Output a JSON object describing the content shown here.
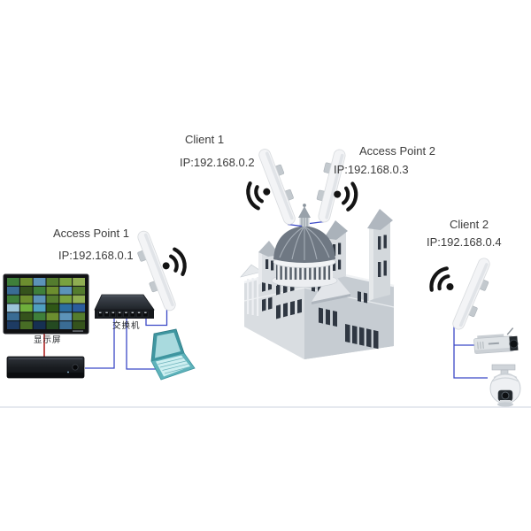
{
  "nodes": {
    "client1": {
      "title": "Client 1",
      "ip": "IP:192.168.0.2"
    },
    "access_point2": {
      "title": "Access Point 2",
      "ip": "IP:192.168.0.3"
    },
    "access_point1": {
      "title": "Access Point 1",
      "ip": "IP:192.168.0.1"
    },
    "client2": {
      "title": "Client 2",
      "ip": "IP:192.168.0.4"
    },
    "display_wall": {
      "title": "显示屏"
    },
    "lan_switch": {
      "title": "交换机"
    }
  },
  "icons": {
    "wireless_signal": "wifi-signal-icon",
    "antenna": "wireless-bridge-antenna"
  },
  "colors": {
    "link_blue": "#3b49c6",
    "link_red": "#b23232",
    "wifi_black": "#141414",
    "text": "#3c3c3c",
    "divider": "#e6e9ef"
  },
  "video_wall": {
    "rows": 6,
    "cols": 6,
    "palette": [
      "#3f7f3a",
      "#2b5c9c",
      "#79a23f",
      "#244a21",
      "#4f9fc0",
      "#6c8e2f",
      "#1d3b63",
      "#8fae52",
      "#3a6c94",
      "#2f5716",
      "#5c93b8",
      "#486d25",
      "#9cc4d8",
      "#35531c",
      "#2c6ea0",
      "#547c2e",
      "#163052",
      "#6faf3c"
    ]
  }
}
